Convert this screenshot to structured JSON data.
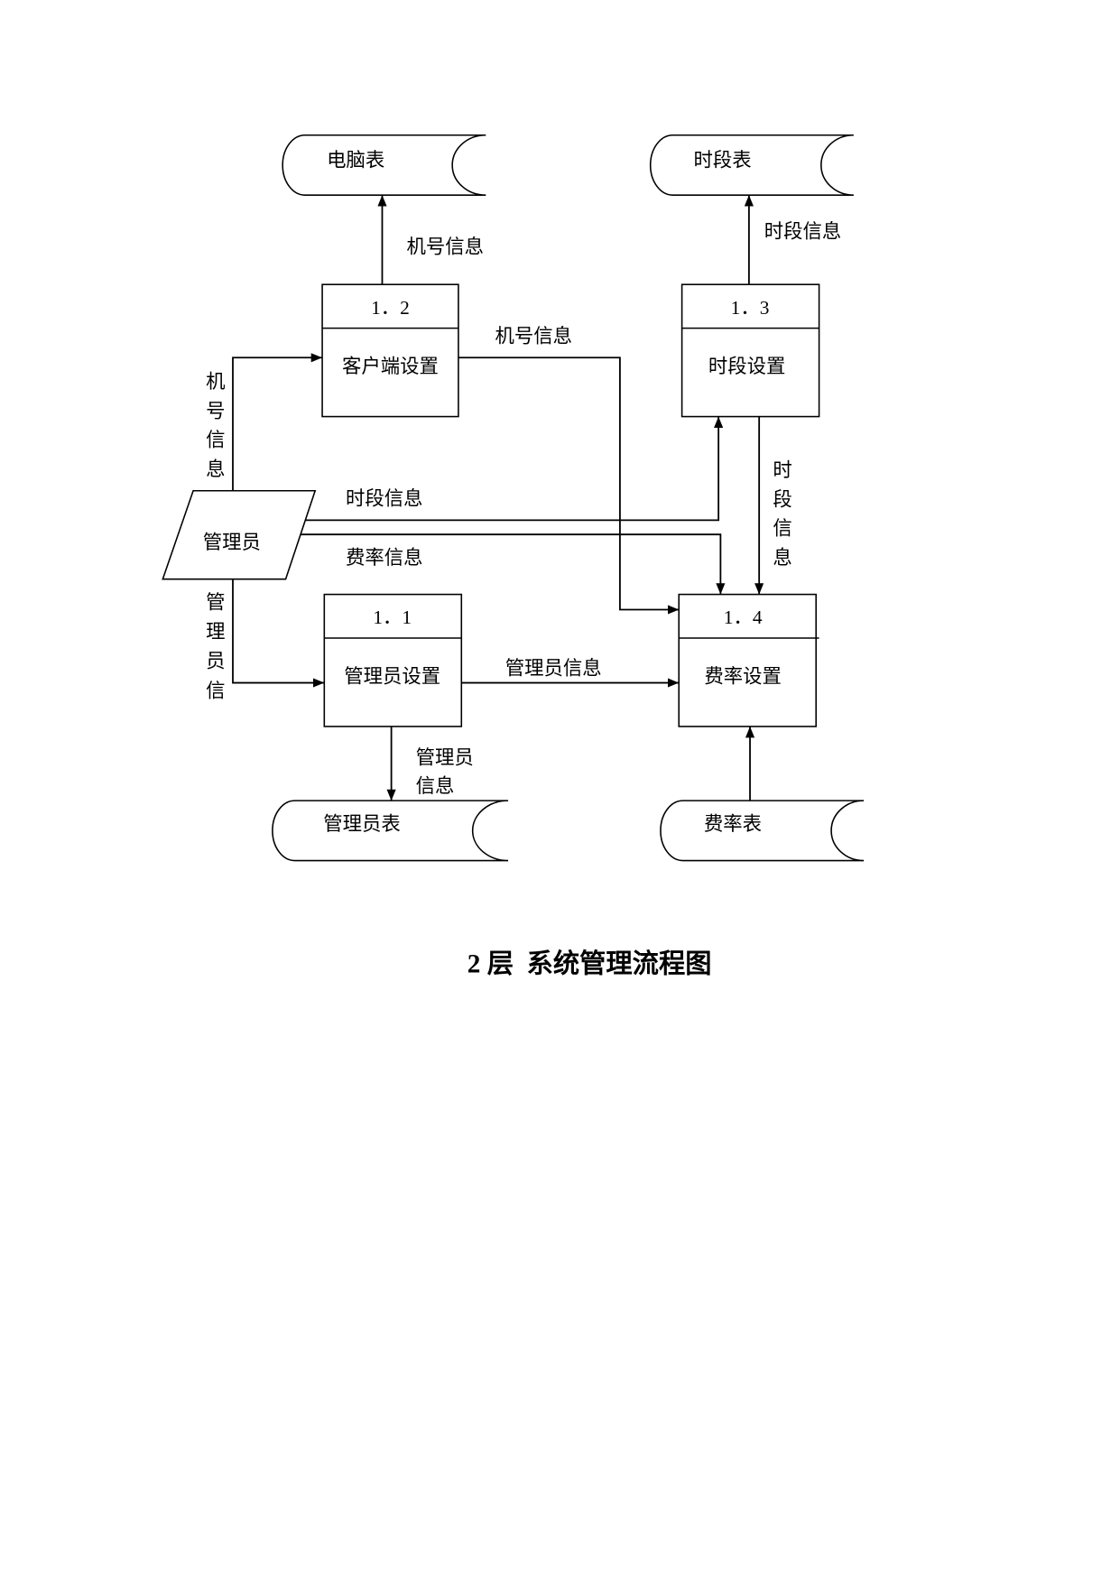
{
  "caption": "2 层  系统管理流程图",
  "actor": {
    "label": "管理员"
  },
  "processes": {
    "p1_1": {
      "number": "1．1",
      "label": "管理员设置"
    },
    "p1_2": {
      "number": "1．2",
      "label": "客户端设置"
    },
    "p1_3": {
      "number": "1．3",
      "label": "时段设置"
    },
    "p1_4": {
      "number": "1．4",
      "label": "费率设置"
    }
  },
  "data_stores": {
    "computer_table": "电脑表",
    "period_table": "时段表",
    "admin_table": "管理员表",
    "rate_table": "费率表"
  },
  "flows": {
    "p1_2_to_computer_table": "机号信息",
    "p1_3_to_period_table": "时段信息",
    "admin_to_p1_2": "机号信息",
    "p1_2_to_p1_4": "机号信息",
    "admin_to_p1_3": "时段信息",
    "admin_to_p1_4": "费率信息",
    "p1_3_to_p1_4": "时段信息",
    "admin_to_p1_1": "管理员信",
    "p1_1_to_p1_4": "管理员信息",
    "p1_1_to_admin_table": [
      "管理员",
      "信息"
    ]
  }
}
